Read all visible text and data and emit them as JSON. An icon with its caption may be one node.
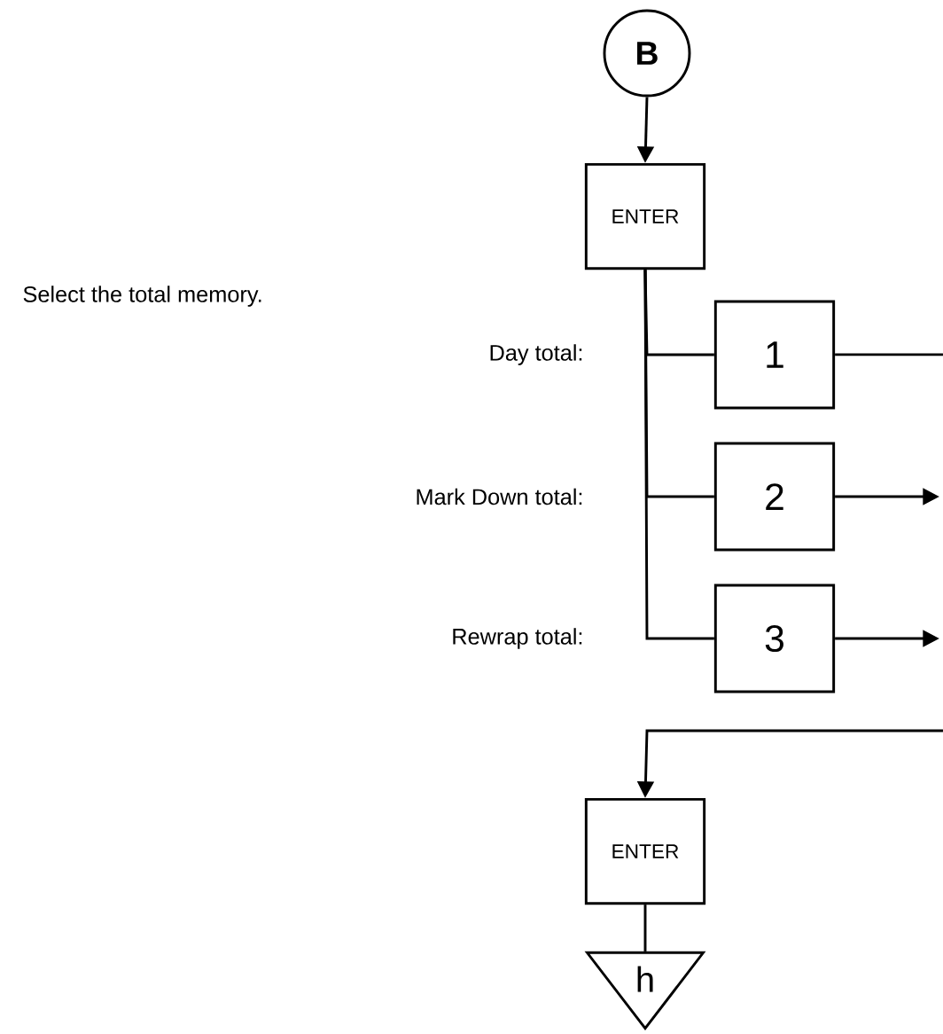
{
  "diagram": {
    "nodes": [
      {
        "text": [
          "B"
        ]
      },
      {
        "text": [
          "ENTER"
        ]
      },
      {
        "text": [
          "1"
        ]
      },
      {
        "text": [
          "2"
        ]
      },
      {
        "text": [
          "3"
        ]
      },
      {
        "text": [
          "ENTER"
        ]
      },
      {
        "text": [
          "h"
        ]
      }
    ],
    "edges": [
      {
        "from": 0,
        "to": 1,
        "arrow": "to"
      },
      {
        "from": 1,
        "to": 2,
        "arrow": "none"
      },
      {
        "from": 1,
        "to": 3,
        "arrow": "none"
      },
      {
        "from": 1,
        "to": 4,
        "arrow": "none"
      },
      {
        "from": 2,
        "to": null,
        "arrow": "none"
      },
      {
        "from": 3,
        "to": null,
        "arrow": "to"
      },
      {
        "from": 4,
        "to": null,
        "arrow": "to"
      },
      {
        "from": null,
        "to": 5,
        "arrow": "to"
      },
      {
        "from": 5,
        "to": 6,
        "arrow": "none"
      }
    ],
    "labels": [
      "Select the total memory.",
      "Day total:",
      "Mark Down total:",
      "Rewrap total:"
    ]
  }
}
